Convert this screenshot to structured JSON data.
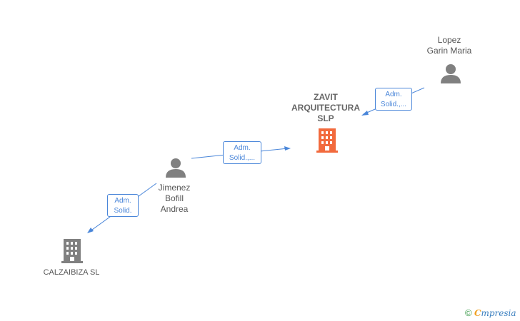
{
  "nodes": {
    "zavit": {
      "label": "ZAVIT\nARQUITECTURA\nSLP",
      "type": "company",
      "color": "#f26a3d"
    },
    "lopez": {
      "label": "Lopez\nGarin Maria",
      "type": "person",
      "color": "#808080"
    },
    "jimenez": {
      "label": "Jimenez\nBofill\nAndrea",
      "type": "person",
      "color": "#808080"
    },
    "calzaibiza": {
      "label": "CALZAIBIZA  SL",
      "type": "company",
      "color": "#808080"
    }
  },
  "edges": {
    "lopez_zavit": "Adm.\nSolid.,...",
    "jimenez_zavit": "Adm.\nSolid.,...",
    "jimenez_calzaibiza": "Adm.\nSolid."
  },
  "colors": {
    "edge": "#4a86d9"
  },
  "watermark": {
    "copyright": "©",
    "brand_first": "C",
    "brand_rest": "mpresia"
  }
}
